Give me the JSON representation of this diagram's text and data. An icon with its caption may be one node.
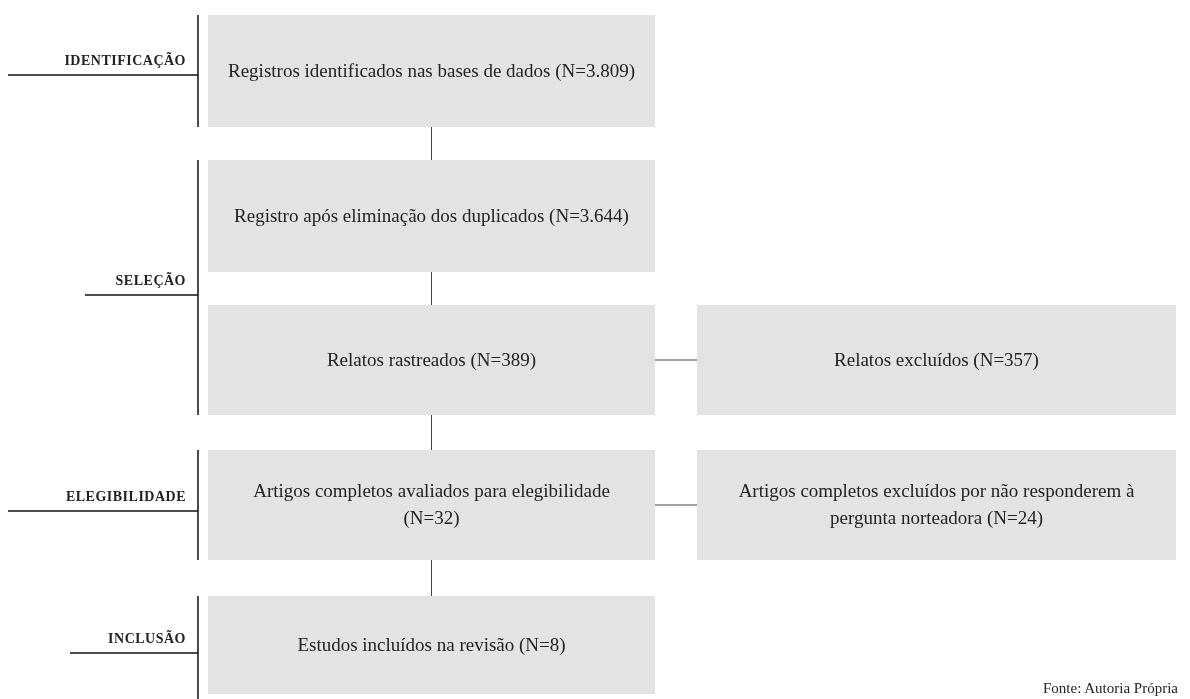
{
  "diagram": {
    "nodes": [
      {
        "text": [
          "Registros identificados nas bases de dados (N=3.809)"
        ]
      },
      {
        "text": [
          "Registro após eliminação dos duplicados (N=3.644)"
        ]
      },
      {
        "text": [
          "Relatos rastreados (N=389)"
        ]
      },
      {
        "text": [
          "Relatos excluídos (N=357)"
        ]
      },
      {
        "text": [
          "Artigos completos avaliados para elegibilidade (N=32)"
        ]
      },
      {
        "text": [
          "Artigos completos excluídos por não responderem à pergunta norteadora (N=24)"
        ]
      },
      {
        "text": [
          "Estudos incluídos na revisão (N=8)"
        ]
      }
    ],
    "edges": [
      {
        "from": 0,
        "to": 1,
        "arrow": "none"
      },
      {
        "from": 1,
        "to": 2,
        "arrow": "none"
      },
      {
        "from": 2,
        "to": 3,
        "arrow": "none"
      },
      {
        "from": 2,
        "to": 4,
        "arrow": "none"
      },
      {
        "from": 4,
        "to": 5,
        "arrow": "none"
      },
      {
        "from": 4,
        "to": 6,
        "arrow": "none"
      }
    ],
    "labels": [
      "IDENTIFICAÇÃO",
      "SELEÇÃO",
      "ELEGIBILIDADE",
      "INCLUSÃO",
      "Fonte: Autoria Própria"
    ]
  }
}
